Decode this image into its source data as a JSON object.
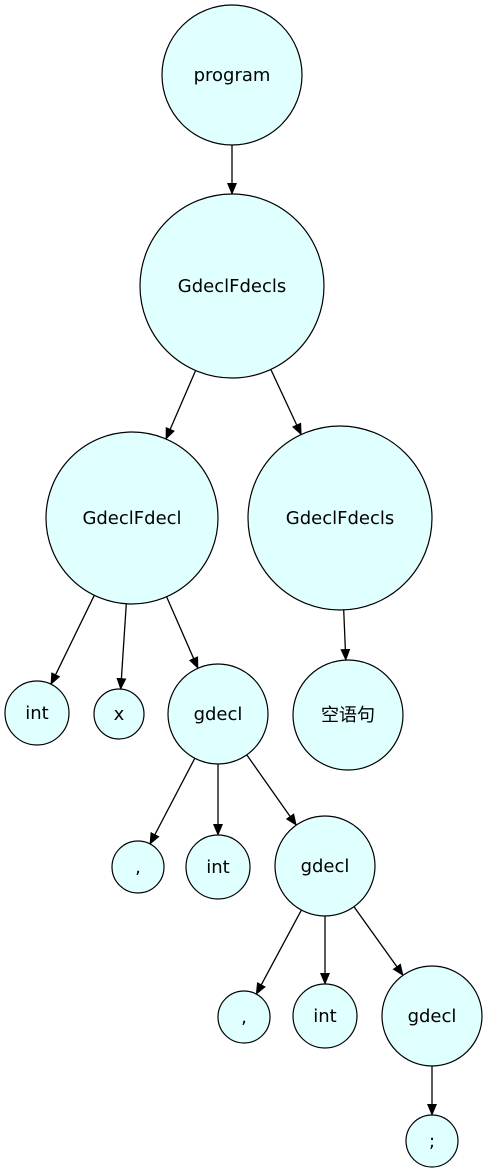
{
  "diagram": {
    "nodes": [
      {
        "id": "n0",
        "label": "program"
      },
      {
        "id": "n1",
        "label": "GdeclFdecls"
      },
      {
        "id": "n2",
        "label": "GdeclFdecl"
      },
      {
        "id": "n3",
        "label": "GdeclFdecls"
      },
      {
        "id": "n4",
        "label": "int"
      },
      {
        "id": "n5",
        "label": "x"
      },
      {
        "id": "n6",
        "label": "gdecl"
      },
      {
        "id": "n7",
        "label": "空语句"
      },
      {
        "id": "n8",
        "label": ","
      },
      {
        "id": "n9",
        "label": "int"
      },
      {
        "id": "n10",
        "label": "gdecl"
      },
      {
        "id": "n11",
        "label": ","
      },
      {
        "id": "n12",
        "label": "int"
      },
      {
        "id": "n13",
        "label": "gdecl"
      },
      {
        "id": "n14",
        "label": ";"
      }
    ],
    "edges": [
      {
        "from": "n0",
        "to": "n1"
      },
      {
        "from": "n1",
        "to": "n2"
      },
      {
        "from": "n1",
        "to": "n3"
      },
      {
        "from": "n2",
        "to": "n4"
      },
      {
        "from": "n2",
        "to": "n5"
      },
      {
        "from": "n2",
        "to": "n6"
      },
      {
        "from": "n3",
        "to": "n7"
      },
      {
        "from": "n6",
        "to": "n8"
      },
      {
        "from": "n6",
        "to": "n9"
      },
      {
        "from": "n6",
        "to": "n10"
      },
      {
        "from": "n10",
        "to": "n11"
      },
      {
        "from": "n10",
        "to": "n12"
      },
      {
        "from": "n10",
        "to": "n13"
      },
      {
        "from": "n13",
        "to": "n14"
      }
    ],
    "colors": {
      "node_fill": "#e0ffff",
      "stroke": "#000000"
    }
  }
}
